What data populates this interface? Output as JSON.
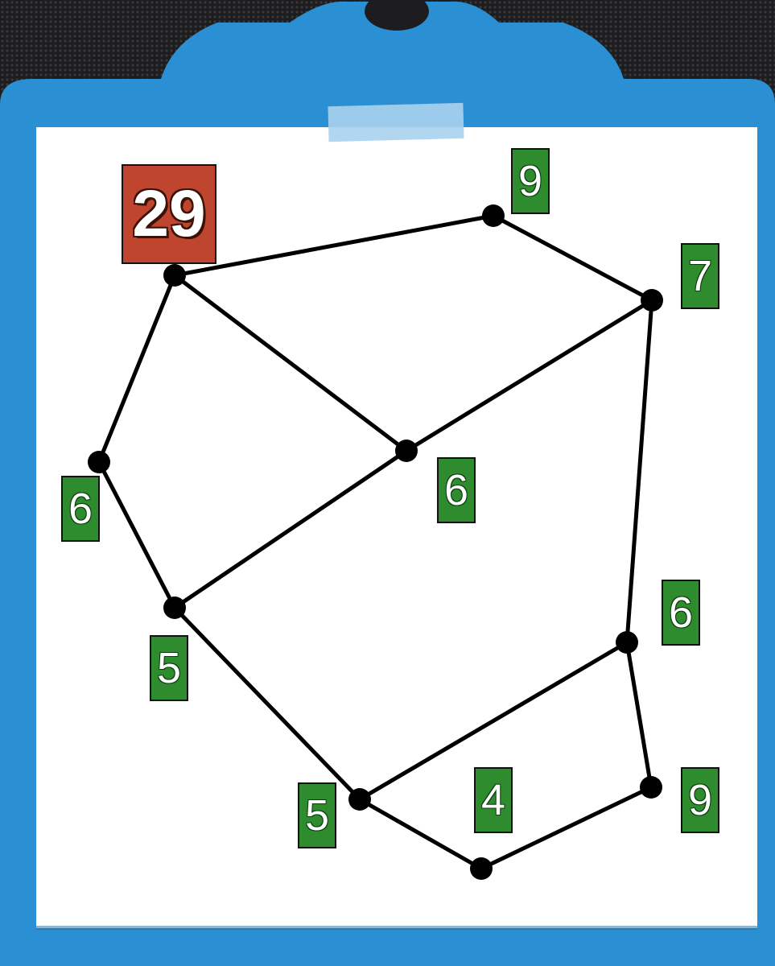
{
  "target": {
    "value": "29",
    "color": "#c0452e"
  },
  "labels": [
    {
      "id": "top",
      "value": "9"
    },
    {
      "id": "upper-right",
      "value": "7"
    },
    {
      "id": "center",
      "value": "6"
    },
    {
      "id": "left",
      "value": "6"
    },
    {
      "id": "right",
      "value": "6"
    },
    {
      "id": "lower-left",
      "value": "5"
    },
    {
      "id": "bottom-left",
      "value": "5"
    },
    {
      "id": "bottom-center",
      "value": "4"
    },
    {
      "id": "bottom-right",
      "value": "9"
    }
  ],
  "colors": {
    "clipboard": "#2a8fd3",
    "paper": "#ffffff",
    "label": "#2e8b2e",
    "edge": "#000000"
  }
}
